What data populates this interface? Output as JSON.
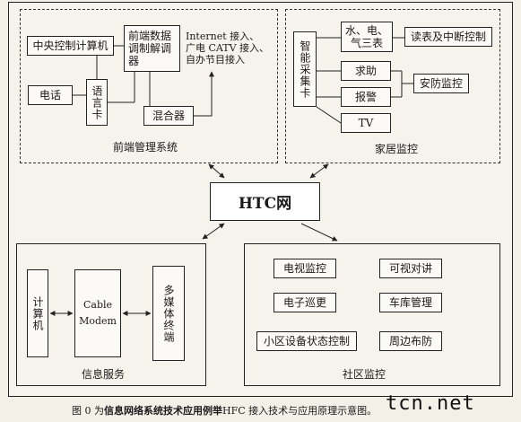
{
  "center": {
    "label": "HTC网"
  },
  "sections": {
    "front_end": "前端管理系统",
    "home_monitor": "家居监控",
    "info_service": "信息服务",
    "community_monitor": "社区监控"
  },
  "front_end": {
    "central_computer": "中央控制计算机",
    "modem": "前端数据\n调制解调\n器",
    "phone": "电话",
    "voice_card": "语言卡",
    "mixer": "混合器",
    "internet_note": "Internet 接入、\n广电 CATV 接入、\n自办节目接入"
  },
  "home": {
    "smart_card": "智能采集卡",
    "utilities": "水、电、\n气三表",
    "meter_ctrl": "读表及中断控制",
    "help": "求助",
    "alarm": "报警",
    "security": "安防监控",
    "tv": "TV"
  },
  "info": {
    "computer": "计算机",
    "cable_modem": "Cable\nModem",
    "multimedia": "多媒体终端"
  },
  "community": {
    "tv_monitor": "电视监控",
    "video_intercom": "可视对讲",
    "patrol": "电子巡更",
    "garage": "车库管理",
    "device_status": "小区设备状态控制",
    "perimeter": "周边布防"
  },
  "caption": {
    "prefix": "图 0 为",
    "bold": "信息网络系统技术应用例举",
    "rest": "HFC 接入技术与应用原理示意图。"
  },
  "watermark": "tcn.net"
}
